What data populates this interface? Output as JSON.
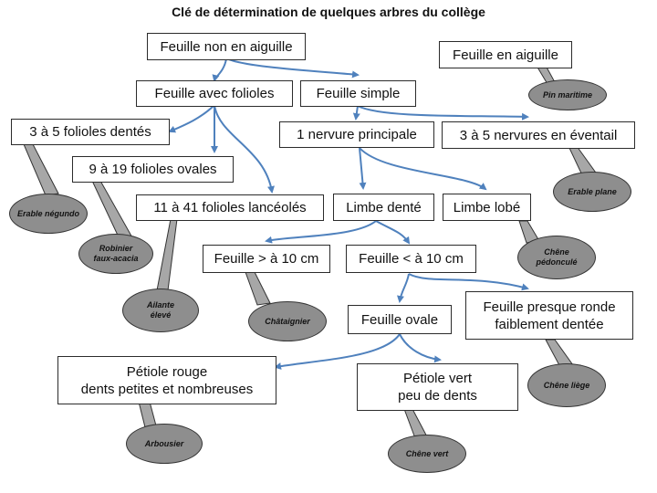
{
  "title": "Clé de détermination de quelques arbres du collège",
  "nodes": {
    "non_aiguille": "Feuille non en aiguille",
    "aiguille": "Feuille en aiguille",
    "folioles": "Feuille avec folioles",
    "simple": "Feuille simple",
    "f3a5": "3 à 5 folioles dentés",
    "f9a19": "9 à 19 folioles ovales",
    "f11a41": "11 à 41 folioles lancéolés",
    "nervure": "1 nervure principale",
    "eventail": "3 à 5 nervures en éventail",
    "dente": "Limbe denté",
    "lobe": "Limbe lobé",
    "sup10": "Feuille > à 10 cm",
    "inf10": "Feuille < à 10 cm",
    "ovale": "Feuille ovale",
    "ronde": "Feuille presque ronde\nfaiblement dentée",
    "rouge": "Pétiole rouge\ndents petites et nombreuses",
    "vert": "Pétiole vert\npeu de dents"
  },
  "trees": {
    "pin": "Pin maritime",
    "erable_negundo": "Erable négundo",
    "robinier": "Robinier\nfaux-acacia",
    "ailante": "Ailante\nélevé",
    "erable_plane": "Erable plane",
    "chene_pedoncule": "Chêne\npédonculé",
    "chataignier": "Châtaignier",
    "chene_liege": "Chêne liège",
    "arbousier": "Arbousier",
    "chene_vert": "Chêne vert"
  },
  "colors": {
    "arrow": "#4f81bd",
    "bubble": "#8e8e8e",
    "border": "#2b2b2b"
  }
}
